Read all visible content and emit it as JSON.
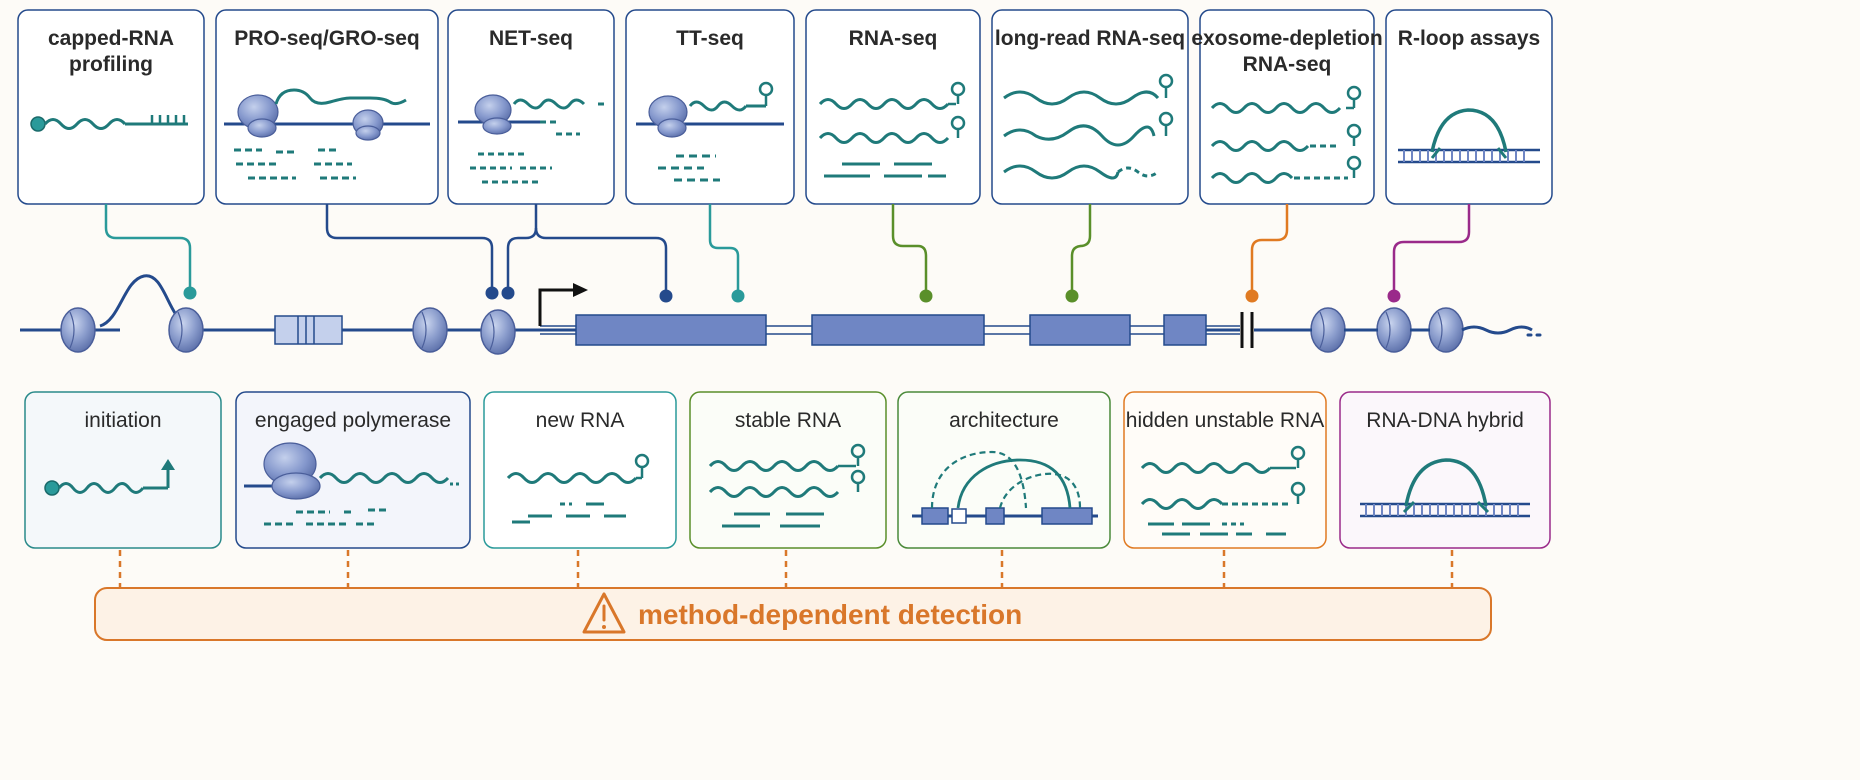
{
  "methods": [
    {
      "id": "capped",
      "lines": [
        "capped-RNA",
        "profiling"
      ],
      "color": "#2a9a9a"
    },
    {
      "id": "pro",
      "lines": [
        "PRO-seq/GRO-seq"
      ],
      "color": "#244a8c"
    },
    {
      "id": "net",
      "lines": [
        "NET-seq"
      ],
      "color": "#244a8c"
    },
    {
      "id": "tt",
      "lines": [
        "TT-seq"
      ],
      "color": "#2a9a9a"
    },
    {
      "id": "rna",
      "lines": [
        "RNA-seq"
      ],
      "color": "#5a8f2a"
    },
    {
      "id": "longread",
      "lines": [
        "long-read RNA-seq"
      ],
      "color": "#5a8f2a"
    },
    {
      "id": "exosome",
      "lines": [
        "exosome-depletion",
        "RNA-seq"
      ],
      "color": "#e07a22"
    },
    {
      "id": "rloop",
      "lines": [
        "R-loop assays"
      ],
      "color": "#9a2a8a"
    }
  ],
  "categories": [
    {
      "id": "initiation",
      "label": "initiation",
      "color": "#2a8a8a"
    },
    {
      "id": "engaged",
      "label": "engaged polymerase",
      "color": "#244a8c"
    },
    {
      "id": "newrna",
      "label": "new RNA",
      "color": "#2a9a9a"
    },
    {
      "id": "stable",
      "label": "stable RNA",
      "color": "#5a8f2a"
    },
    {
      "id": "architecture",
      "label": "architecture",
      "color": "#4a8a3a"
    },
    {
      "id": "hidden",
      "label": "hidden unstable RNA",
      "color": "#e07a22"
    },
    {
      "id": "hybrid",
      "label": "RNA-DNA hybrid",
      "color": "#9a2a8a"
    }
  ],
  "banner": {
    "label": "method-dependent detection",
    "icon": "warning-icon",
    "color": "#d9772a"
  },
  "colors": {
    "dna": "#244a8c",
    "nucleosome": "#8a9ccc",
    "exon": "#6f86c4",
    "rna_teal": "#2a8a8a"
  }
}
